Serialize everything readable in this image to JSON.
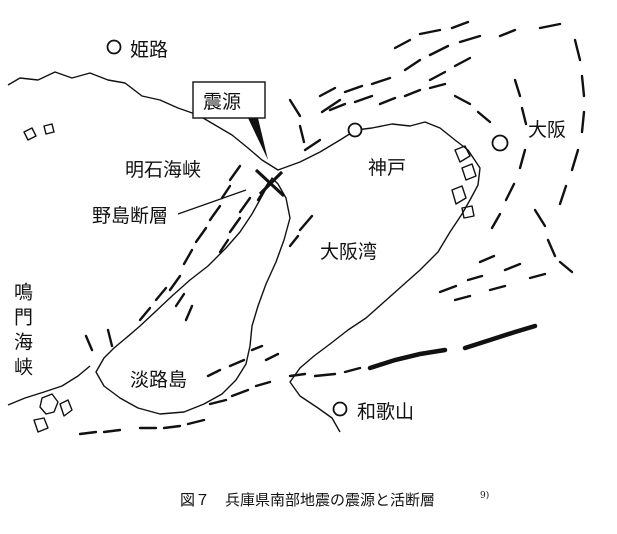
{
  "map": {
    "labels": {
      "himeji": "姫路",
      "epicenter": "震源",
      "akashi_strait": "明石海峡",
      "nojima_fault": "野島断層",
      "kobe": "神戸",
      "osaka": "大阪",
      "osaka_bay": "大阪湾",
      "naruto_strait": "鳴門海峡",
      "awaji_island": "淡路島",
      "wakayama": "和歌山"
    },
    "caption": {
      "text": "図７　兵庫県南部地震の震源と活断層",
      "ref": "9)"
    }
  }
}
